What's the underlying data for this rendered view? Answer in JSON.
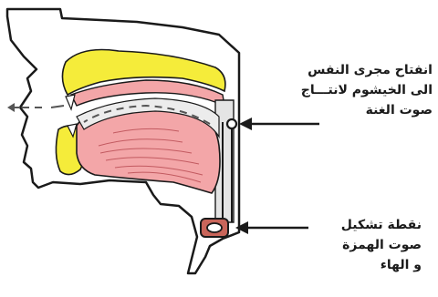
{
  "labels": {
    "nasal_passage": {
      "lines": [
        "انفتاح مجرى النفس",
        "الى الخيشوم لانتـــاج",
        "صوت الغنة"
      ]
    },
    "glottis": {
      "lines": [
        "نقطة تشكيل",
        "صوت الهمزة",
        "و الهاء"
      ]
    }
  },
  "colors": {
    "outline": "#1a1a1a",
    "nasal_cavity": "#f5ec3a",
    "tongue": "#f3a6a8",
    "tongue_lines": "#c25a60",
    "airway": "#e4e4e4",
    "flow_arrows": "#555555",
    "glottis_ring": "#c9655a"
  }
}
